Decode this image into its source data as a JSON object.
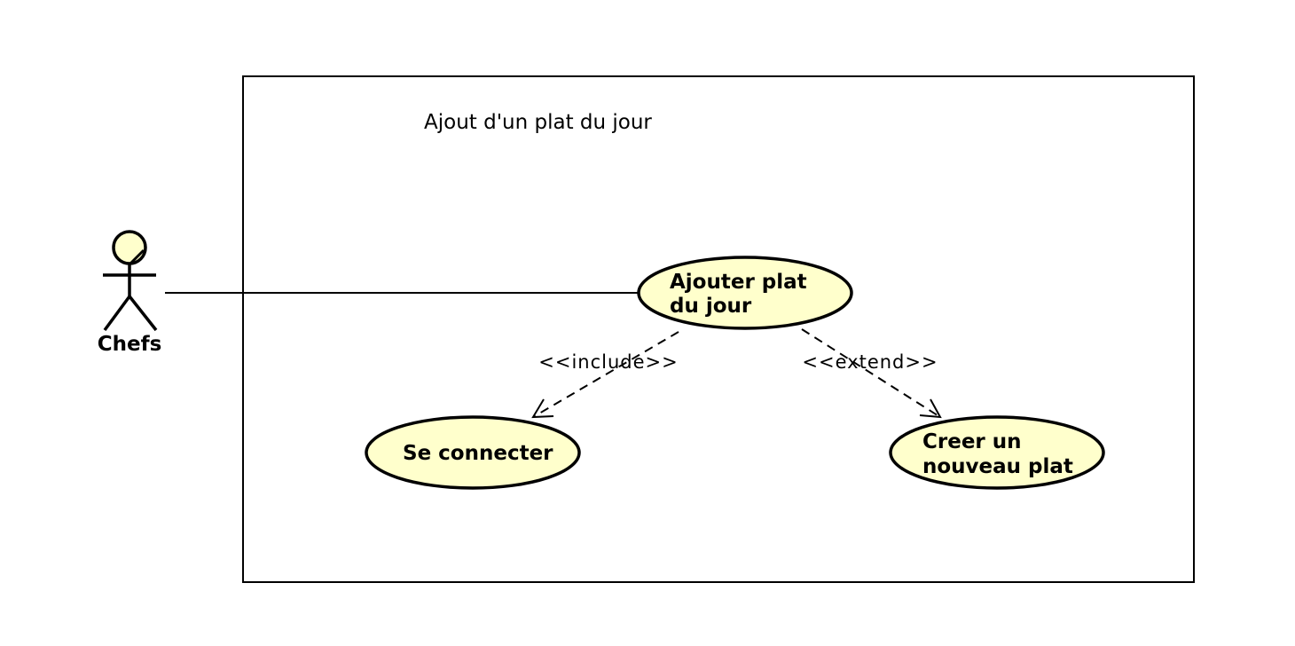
{
  "diagram": {
    "type": "uml-use-case",
    "colors": {
      "fill": "#FFFFCC",
      "stroke": "#000000",
      "background": "#FFFFFF"
    },
    "system": {
      "title": "Ajout d'un plat du jour"
    },
    "actor": {
      "name": "Chefs"
    },
    "use_cases": {
      "ajouter": {
        "lines": [
          "Ajouter plat",
          "du jour"
        ]
      },
      "connecter": {
        "lines": [
          "Se connecter"
        ]
      },
      "creer": {
        "lines": [
          "Creer un",
          "nouveau plat"
        ]
      }
    },
    "relations": {
      "include": {
        "label": "<<include>>",
        "from": "Ajouter plat du jour",
        "to": "Se connecter"
      },
      "extend": {
        "label": "<<extend>>",
        "from": "Ajouter plat du jour",
        "to": "Creer un nouveau plat"
      },
      "association": {
        "from": "Chefs",
        "to": "Ajouter plat du jour"
      }
    }
  }
}
